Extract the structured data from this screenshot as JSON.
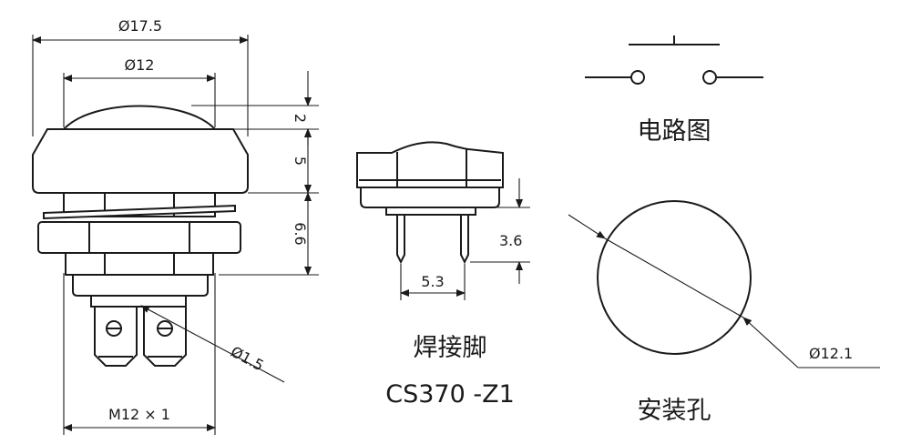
{
  "front_view": {
    "dia_outer": "Ø17.5",
    "dia_cap": "Ø12",
    "h_dome": "2",
    "h_cap": "5",
    "h_body": "6.6",
    "dia_hole": "Ø1.5",
    "thread": "M12 × 1"
  },
  "side_view": {
    "pin_len": "3.6",
    "pin_pitch": "5.3",
    "caption": "焊接脚",
    "model": "CS370 -Z1"
  },
  "circuit": {
    "caption": "电路图"
  },
  "mount_hole": {
    "dia": "Ø12.1",
    "caption": "安装孔"
  },
  "colors": {
    "line": "#1a1a1a",
    "background": "#ffffff"
  }
}
